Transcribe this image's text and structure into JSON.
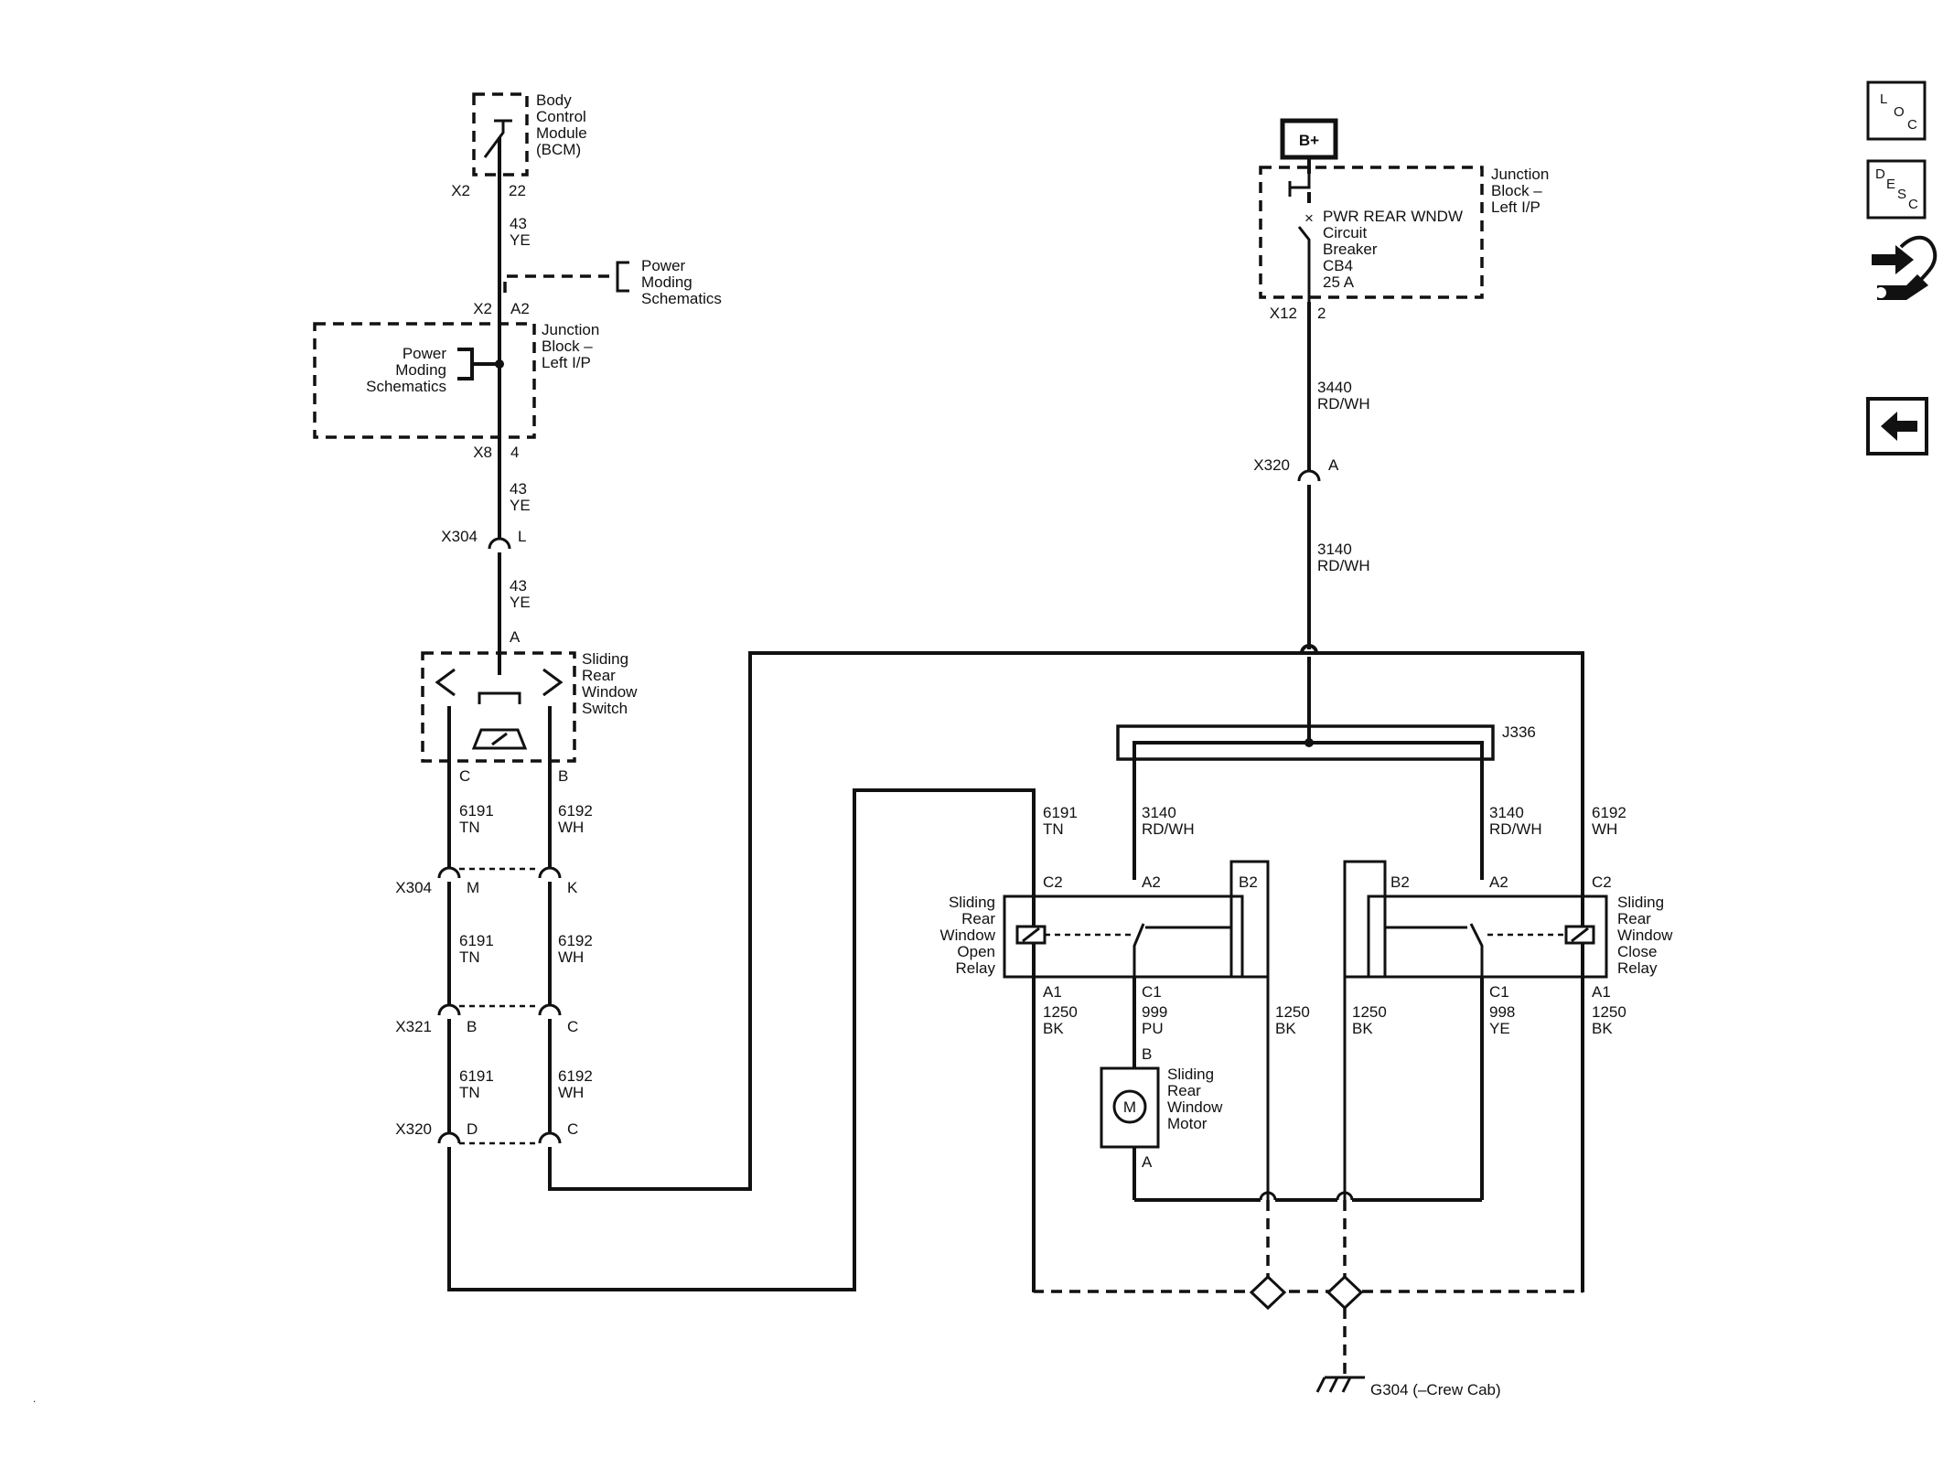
{
  "bcm": {
    "lines": [
      "Body",
      "Control",
      "Module",
      "(BCM)"
    ]
  },
  "bcm_conn": {
    "name": "X2",
    "pin": "22"
  },
  "wire_43ye": {
    "num": "43",
    "color": "YE"
  },
  "power_moding_top": {
    "lines": [
      "Power",
      "Moding",
      "Schematics"
    ]
  },
  "jb_left": {
    "lines": [
      "Junction",
      "Block –",
      "Left I/P"
    ],
    "conn_top": {
      "name": "X2",
      "pin": "A2"
    },
    "conn_bot": {
      "name": "X8",
      "pin": "4"
    }
  },
  "power_moding_left": {
    "lines": [
      "Power",
      "Moding",
      "Schematics"
    ]
  },
  "x304_top": {
    "name": "X304",
    "pin": "L"
  },
  "switch": {
    "lines": [
      "Sliding",
      "Rear",
      "Window",
      "Switch"
    ],
    "pin_a": "A",
    "pin_c": "C",
    "pin_b": "B"
  },
  "wire_6191": {
    "num": "6191",
    "color": "TN"
  },
  "wire_6192": {
    "num": "6192",
    "color": "WH"
  },
  "x304_mid": {
    "name": "X304",
    "pin_left": "M",
    "pin_right": "K"
  },
  "x321": {
    "name": "X321",
    "pin_left": "B",
    "pin_right": "C"
  },
  "x320_left": {
    "name": "X320",
    "pin_left": "D",
    "pin_right": "C"
  },
  "bplus": {
    "label": "B+"
  },
  "jb_right": {
    "lines": [
      "Junction",
      "Block –",
      "Left I/P"
    ],
    "breaker": [
      "PWR REAR WNDW",
      "Circuit",
      "Breaker",
      "CB4",
      "25 A"
    ],
    "conn": {
      "name": "X12",
      "pin": "2"
    }
  },
  "wire_3440": {
    "num": "3440",
    "color": "RD/WH"
  },
  "x320_right": {
    "name": "X320",
    "pin": "A"
  },
  "wire_3140": {
    "num": "3140",
    "color": "RD/WH"
  },
  "splice": {
    "name": "J336"
  },
  "open_relay": {
    "lines": [
      "Sliding",
      "Rear",
      "Window",
      "Open",
      "Relay"
    ],
    "pins": {
      "c2": "C2",
      "a2": "A2",
      "b2": "B2",
      "a1": "A1",
      "c1": "C1"
    }
  },
  "close_relay": {
    "lines": [
      "Sliding",
      "Rear",
      "Window",
      "Close",
      "Relay"
    ],
    "pins": {
      "c2": "C2",
      "a2": "A2",
      "b2": "B2",
      "a1": "A1",
      "c1": "C1"
    }
  },
  "wire_1250": {
    "num": "1250",
    "color": "BK"
  },
  "wire_999": {
    "num": "999",
    "color": "PU"
  },
  "wire_998": {
    "num": "998",
    "color": "YE"
  },
  "motor": {
    "symbol": "M",
    "lines": [
      "Sliding",
      "Rear",
      "Window",
      "Motor"
    ],
    "pin_b": "B",
    "pin_a": "A"
  },
  "ground": {
    "label": "G304 (–Crew Cab)"
  },
  "sidebar": {
    "loc_letters": [
      "L",
      "O",
      "C"
    ],
    "desc_letters": [
      "D",
      "E",
      "S",
      "C"
    ],
    "icons": [
      "loc-icon",
      "desc-icon",
      "connector-tool-icon",
      "back-arrow-icon"
    ]
  }
}
